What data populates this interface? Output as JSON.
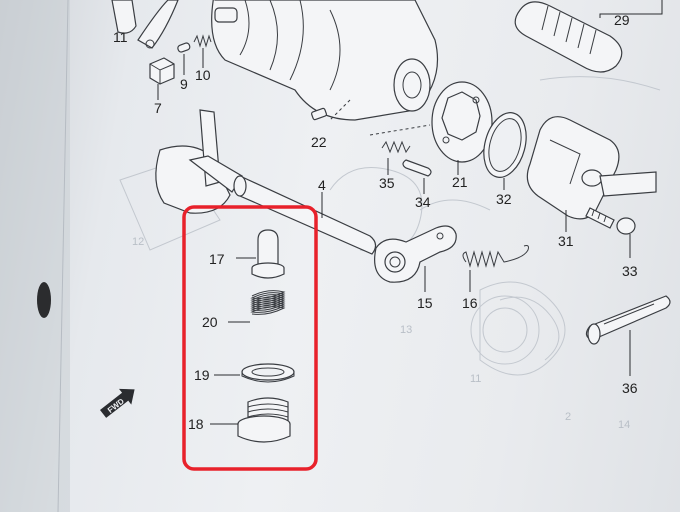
{
  "part_labels": {
    "p29": "29",
    "p11": "11",
    "p7": "7",
    "p9": "9",
    "p10": "10",
    "p22": "22",
    "p4": "4",
    "p35": "35",
    "p21": "21",
    "p34": "34",
    "p32": "32",
    "p31": "31",
    "p33": "33",
    "p17": "17",
    "p20": "20",
    "p19": "19",
    "p18": "18",
    "p15": "15",
    "p16": "16",
    "p36": "36"
  },
  "ghost_labels": {
    "g13": "13",
    "g11": "11",
    "g2": "2",
    "g14": "14",
    "g12": "12"
  },
  "fwd_badge": "FWD",
  "highlight": {
    "color": "#e8212b"
  }
}
